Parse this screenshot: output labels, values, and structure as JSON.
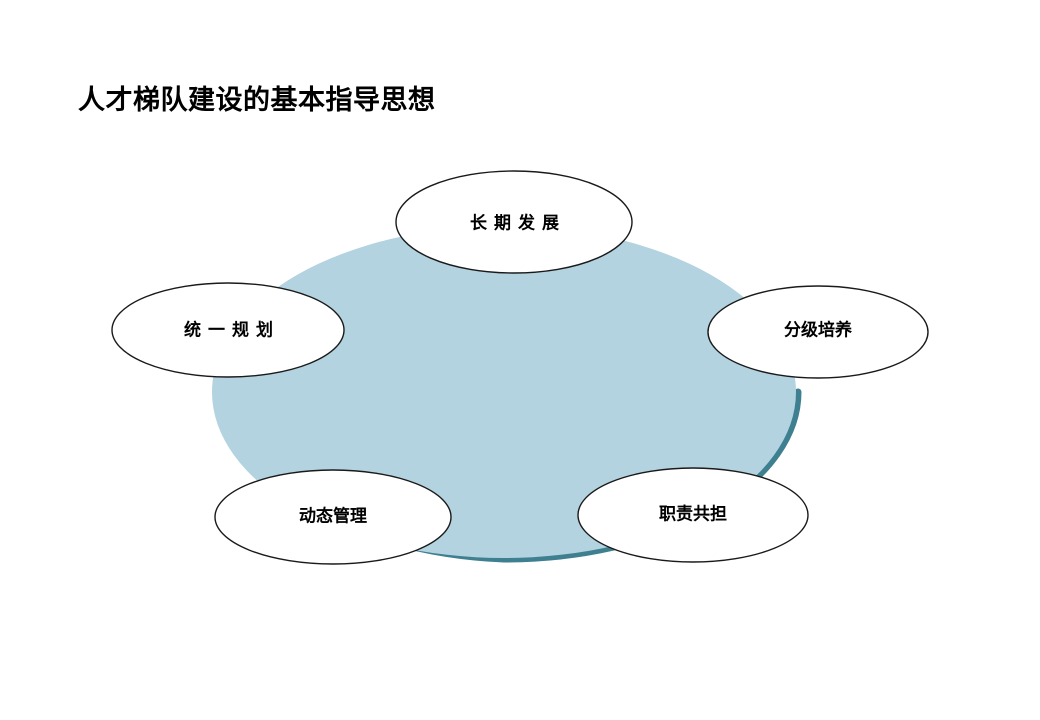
{
  "slide": {
    "title": "人才梯队建设的基本指导思想",
    "background_color": "#FFFFFF"
  },
  "diagram": {
    "type": "hub-and-spoke-ellipses",
    "center_shape": {
      "name": "central-circle",
      "fill_color": "#B2D3DF",
      "shadow_color": "#3E7F90",
      "label": ""
    },
    "nodes": [
      {
        "id": "top",
        "label": "长期发展",
        "spaced": true,
        "fill_color": "#FFFFFF",
        "stroke_color": "#1A1A1A"
      },
      {
        "id": "left",
        "label": "统一规划",
        "spaced": true,
        "fill_color": "#FFFFFF",
        "stroke_color": "#1A1A1A"
      },
      {
        "id": "right",
        "label": "分级培养",
        "spaced": false,
        "fill_color": "#FFFFFF",
        "stroke_color": "#1A1A1A"
      },
      {
        "id": "bottom-left",
        "label": "动态管理",
        "spaced": false,
        "fill_color": "#FFFFFF",
        "stroke_color": "#1A1A1A"
      },
      {
        "id": "bottom-right",
        "label": "职责共担",
        "spaced": false,
        "fill_color": "#FFFFFF",
        "stroke_color": "#1A1A1A"
      }
    ]
  }
}
